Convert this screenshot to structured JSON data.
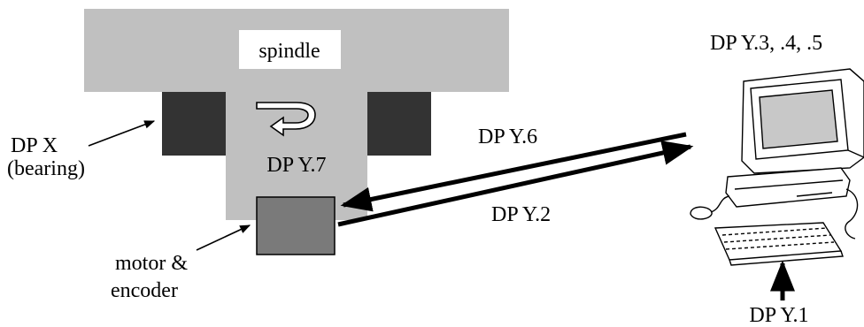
{
  "labels": {
    "spindle": "spindle",
    "dp_y7": "DP Y.7",
    "dp_x_line1": "DP X",
    "dp_x_line2": "(bearing)",
    "dp_y6": "DP Y.6",
    "dp_y2": "DP Y.2",
    "dp_y345": "DP Y.3, .4, .5",
    "dp_y1": "DP Y.1",
    "motor_line1": "motor  &",
    "motor_line2": "encoder"
  },
  "colors": {
    "spindle_fill": "#c0c0c0",
    "bearing_fill": "#333333",
    "motor_fill": "#7a7a7a",
    "line": "#000000",
    "monitor_screen": "#c8c8c8"
  },
  "icons": {
    "rotation": "rotation-arrow-icon",
    "computer": "computer-icon"
  }
}
